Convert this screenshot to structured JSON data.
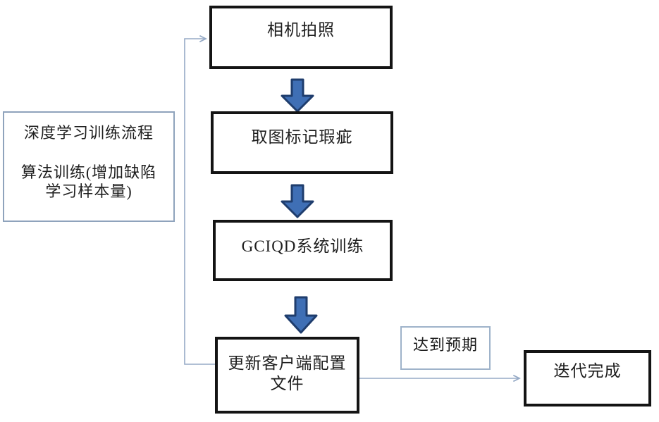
{
  "diagram": {
    "nodes": {
      "camera": {
        "label": "相机拍照"
      },
      "mark_defects": {
        "label": "取图标记瑕疵"
      },
      "system_training": {
        "label": "GCIQD系统训练"
      },
      "update_config": {
        "label": "更新客户端配置文件"
      },
      "iteration_done": {
        "label": "迭代完成"
      }
    },
    "side_note": {
      "line1": "深度学习训练流程",
      "line2": "算法训练(增加缺陷",
      "line3": "学习样本量)"
    },
    "edge_label": {
      "text": "达到预期"
    }
  },
  "colors": {
    "background": "#ffffff",
    "text": "#1e1e1e",
    "strong_box_border": "#141414",
    "side_box_border": "#8fa3bc",
    "label_box_border": "#9fb3ca",
    "connector": "#96aac6",
    "arrow_fill": "#3f6fb5",
    "arrow_stroke": "#1f3d6d"
  }
}
